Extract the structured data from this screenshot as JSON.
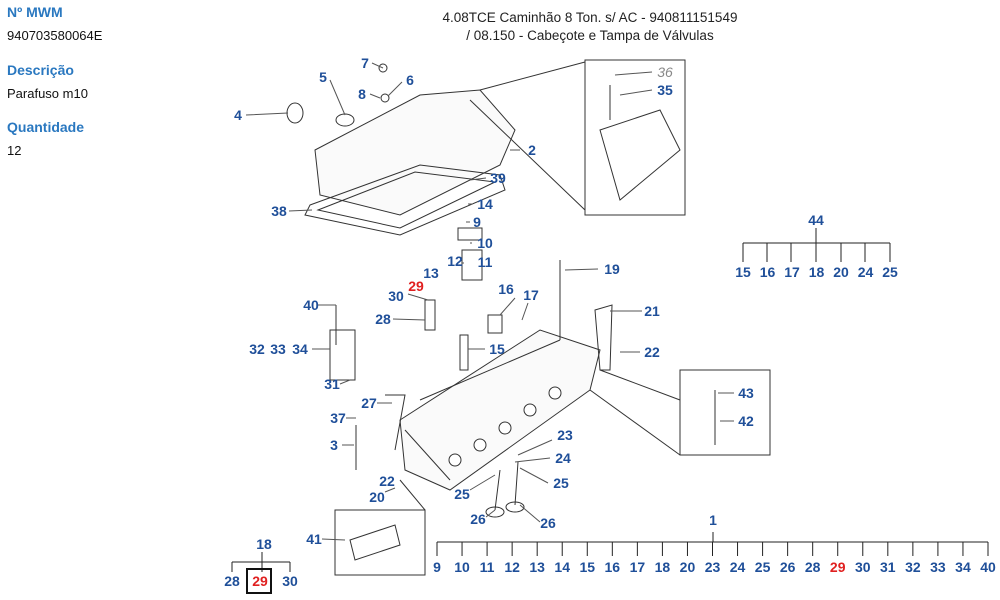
{
  "part_info": {
    "number_label": "Nº MWM",
    "number_value": "940703580064E",
    "description_label": "Descrição",
    "description_value": "Parafuso m10",
    "quantity_label": "Quantidade",
    "quantity_value": "12"
  },
  "diagram": {
    "title_line1": "4.08TCE Caminhão 8 Ton. s/ AC - 940811151549",
    "title_line2": "/  08.150 - Cabeçote e Tampa de Válvulas",
    "selected_callout": "29",
    "callouts": [
      "7",
      "5",
      "6",
      "8",
      "4",
      "36",
      "35",
      "2",
      "39",
      "38",
      "14",
      "9",
      "10",
      "12",
      "11",
      "13",
      "29",
      "19",
      "30",
      "16",
      "17",
      "40",
      "21",
      "28",
      "15",
      "22",
      "32",
      "33",
      "34",
      "31",
      "43",
      "27",
      "42",
      "37",
      "23",
      "3",
      "24",
      "22",
      "25",
      "25",
      "20",
      "26",
      "26",
      "41"
    ],
    "group_44": {
      "parent": "44",
      "children": [
        "15",
        "16",
        "17",
        "18",
        "20",
        "24",
        "25"
      ]
    },
    "group_1": {
      "parent": "1",
      "children": [
        "9",
        "10",
        "11",
        "12",
        "13",
        "14",
        "15",
        "16",
        "17",
        "18",
        "20",
        "23",
        "24",
        "25",
        "26",
        "28",
        "29",
        "30",
        "31",
        "32",
        "33",
        "34",
        "40"
      ]
    },
    "group_18": {
      "parent": "18",
      "children": [
        "28",
        "29",
        "30"
      ]
    },
    "colors": {
      "callout": "#1f4f99",
      "highlight": "#e02020",
      "heading": "#2a78c0"
    }
  }
}
